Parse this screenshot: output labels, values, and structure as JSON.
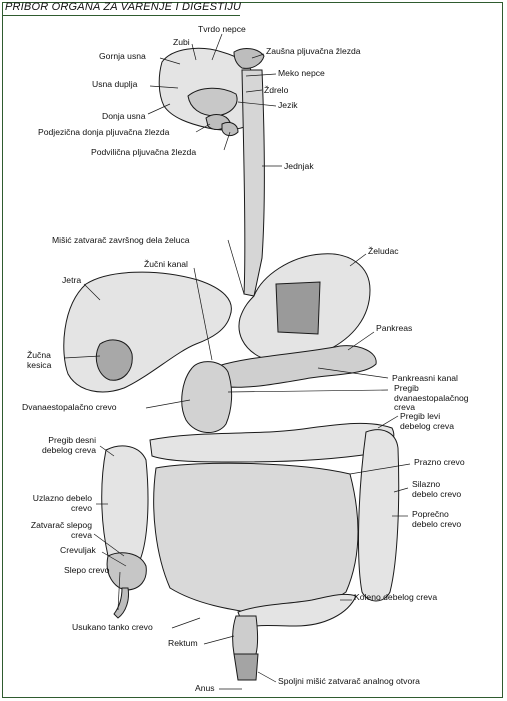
{
  "title": "PRIBOR ORGANA ZA VARENJE I DIGESTIJU",
  "colors": {
    "frame": "#2f5b2f",
    "ink": "#111111",
    "organ_fill": "#e4e4e4",
    "organ_shade": "#9a9a9a"
  },
  "labels": {
    "tvrdo_nepce": "Tvrdo nepce",
    "zubi": "Zubi",
    "gornja_usna": "Gornja usna",
    "zausna": "Zaušna pljuvačna žlezda",
    "meko_nepce": "Meko nepce",
    "usna_duplja": "Usna duplja",
    "zdrelo": "Ždrelo",
    "jezik": "Jezik",
    "donja_usna": "Donja usna",
    "podjezicna": "Podjezična donja pljuvačna žlezda",
    "podvilicna": "Podvilična pljuvačna žlezda",
    "jednjak": "Jednjak",
    "misic_zelucа": "Mišić zatvarač završnog dela želuca",
    "zelудac": "Želudac",
    "zucni_kanal": "Žučni kanal",
    "jetra": "Jetra",
    "pankreas": "Pankreas",
    "zucna_line1": "Žučna",
    "zucna_line2": "kesica",
    "pankreasni_kanal": "Pankreasni kanal",
    "pregib_dvan_line1": "Pregib",
    "pregib_dvan_line2": "dvanaestopalačnog",
    "pregib_dvan_line3": "creva",
    "dvanaestopalacno": "Dvanaestopalačno crevo",
    "pregib_levi_line1": "Pregib levi",
    "pregib_levi_line2": "debelog creva",
    "pregib_desni_line1": "Pregib desni",
    "pregib_desni_line2": "debelog creva",
    "prazno": "Prazno crevo",
    "silazno_line1": "Silazno",
    "silazno_line2": "debelo crevo",
    "uzlazno_line1": "Uzlazno debelo",
    "uzlazno_line2": "crevo",
    "poprecno_line1": "Poprečno",
    "poprecno_line2": "debelo crevo",
    "zatvarac_slepog_line1": "Zatvarač slepog",
    "zatvarac_slepog_line2": "creva",
    "crevuljak": "Crevuljak",
    "slepo": "Slepo crevo",
    "koleno": "Koleno debelog creva",
    "usukano": "Usukano tanko crevo",
    "rektum": "Rektum",
    "spoljni_misic": "Spoljni mišić zatvarač analnog otvora",
    "anus": "Anus"
  }
}
